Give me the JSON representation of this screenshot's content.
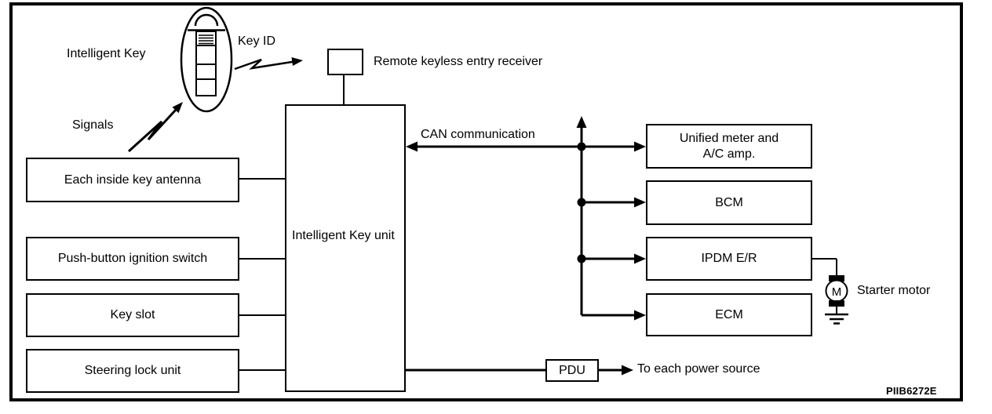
{
  "figure_code": "PIIB6272E",
  "annotations": {
    "intelligent_key": "Intelligent Key",
    "key_id": "Key ID",
    "signals": "Signals",
    "receiver": "Remote keyless entry receiver",
    "can": "CAN communication",
    "starter_motor": "Starter motor",
    "power_dest": "To each power source",
    "motor_symbol": "M"
  },
  "blocks": {
    "unit_line1": "Intelligent Key",
    "unit_line2": "unit",
    "antenna": "Each inside key antenna",
    "ignition": "Push-button ignition switch",
    "key_slot": "Key slot",
    "steering": "Steering lock unit",
    "unified_line1": "Unified meter and",
    "unified_line2": "A/C amp.",
    "bcm": "BCM",
    "ipdm": "IPDM E/R",
    "ecm": "ECM",
    "pdu": "PDU"
  },
  "colors": {
    "ink": "#000000",
    "paper": "#ffffff"
  }
}
